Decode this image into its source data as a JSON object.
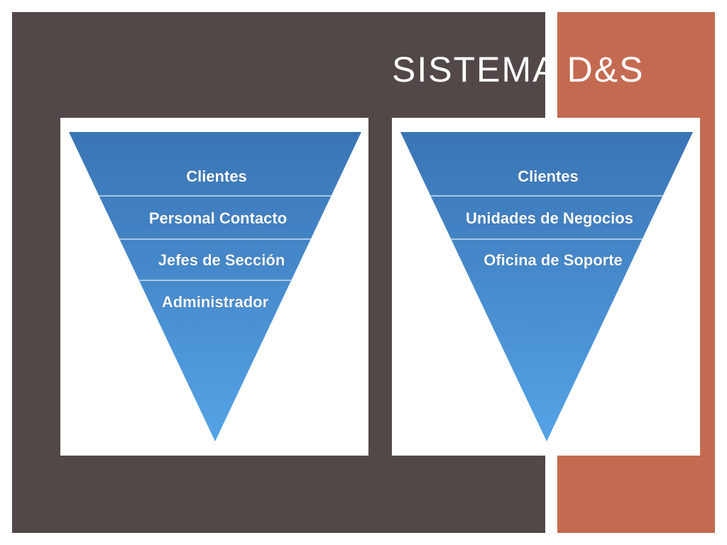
{
  "slide": {
    "title": "SISTEMA D&S",
    "colors": {
      "dark_panel": "#524847",
      "accent_panel": "#c46a50",
      "funnel_top": "#3a74b4",
      "funnel_bottom": "#54a3e6",
      "divider": "#a9c8e8"
    }
  },
  "funnels": [
    {
      "levels": [
        "Clientes",
        "Personal Contacto",
        "Jefes de Sección",
        "Administrador"
      ]
    },
    {
      "levels": [
        "Clientes",
        "Unidades de Negocios",
        "Oficina de Soporte"
      ]
    }
  ]
}
